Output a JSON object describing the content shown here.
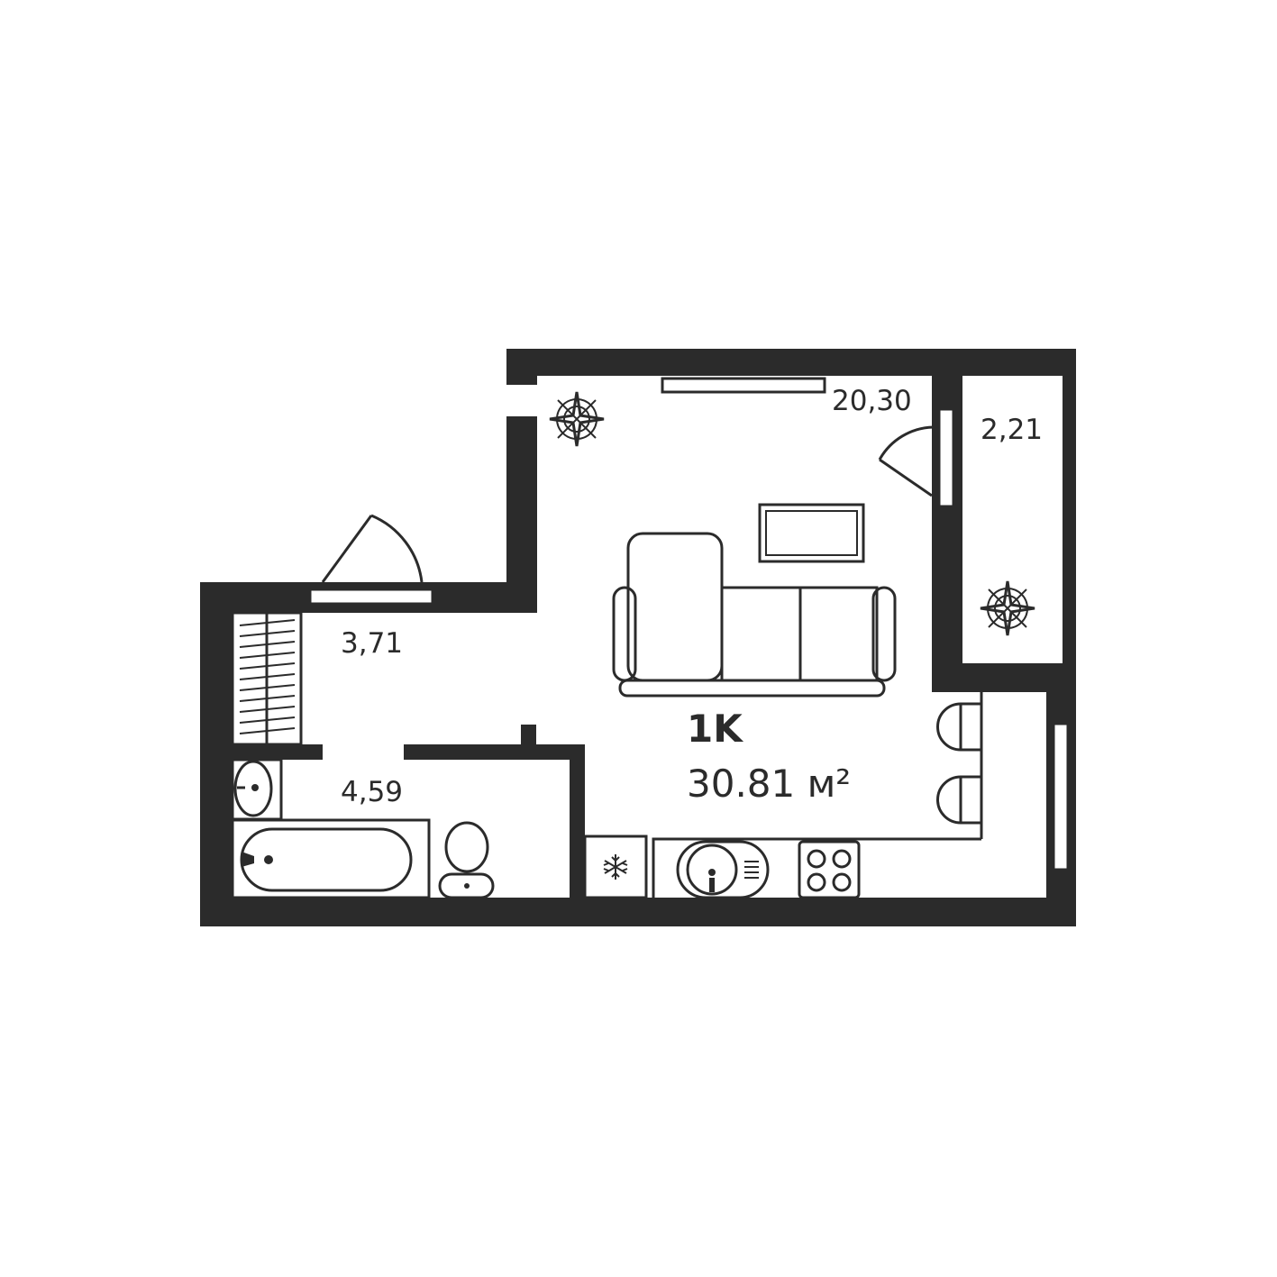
{
  "plan": {
    "type_label": "1K",
    "total_area": "30.81 м²",
    "rooms": {
      "living": {
        "area": "20,30"
      },
      "balcony": {
        "area": "2,21"
      },
      "hall": {
        "area": "3,71"
      },
      "bathroom": {
        "area": "4,59"
      }
    }
  },
  "colors": {
    "wall": "#2b2b2b",
    "background": "#ffffff"
  }
}
